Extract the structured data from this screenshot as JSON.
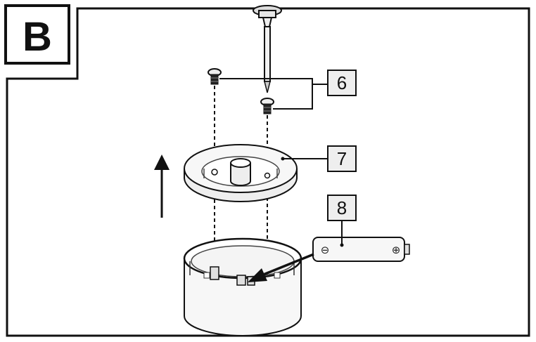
{
  "panel": {
    "letter": "B"
  },
  "callouts": [
    {
      "id": "screws",
      "label": "6"
    },
    {
      "id": "cover",
      "label": "7"
    },
    {
      "id": "battery",
      "label": "8"
    }
  ],
  "battery_terminals": {
    "negative": "⊖",
    "positive": "⊕"
  },
  "colors": {
    "line": "#111111",
    "callout_fill": "#eeeeee",
    "part_fill": "#f7f7f7"
  }
}
